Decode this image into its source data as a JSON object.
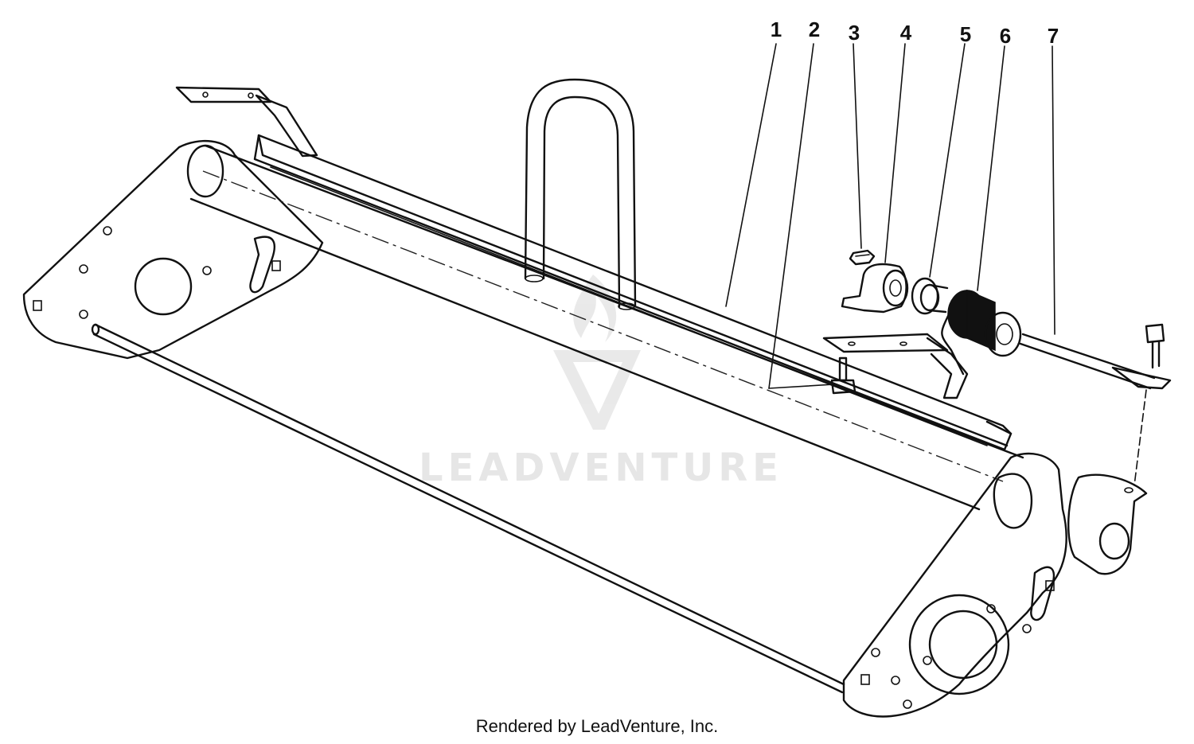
{
  "callouts": [
    {
      "id": "1",
      "label": "1"
    },
    {
      "id": "2",
      "label": "2"
    },
    {
      "id": "3",
      "label": "3"
    },
    {
      "id": "4",
      "label": "4"
    },
    {
      "id": "5",
      "label": "5"
    },
    {
      "id": "6",
      "label": "6"
    },
    {
      "id": "7",
      "label": "7"
    }
  ],
  "watermark": {
    "text": "LEADVENTURE",
    "color": "#e6e6e6"
  },
  "footer": {
    "text": "Rendered by LeadVenture, Inc."
  },
  "colors": {
    "ink": "#111111",
    "background": "#ffffff"
  }
}
